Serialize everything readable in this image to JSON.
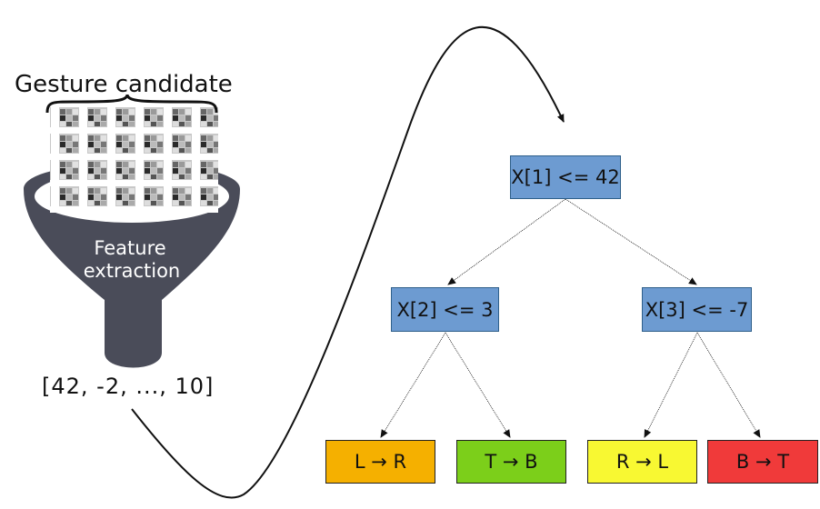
{
  "input": {
    "title": "Gesture candidate",
    "funnel_label_line1": "Feature",
    "funnel_label_line2": "extraction",
    "feature_vector": "[42, -2, ..., 10]"
  },
  "tree": {
    "root": {
      "label": "X[1] <= 42",
      "color": "#6d9bd1"
    },
    "left": {
      "label": "X[2] <= 3",
      "color": "#6d9bd1"
    },
    "right": {
      "label": "X[3] <= -7",
      "color": "#6d9bd1"
    },
    "leaves": [
      {
        "label": "L → R",
        "color": "#f5b000"
      },
      {
        "label": "T → B",
        "color": "#7ccf1a"
      },
      {
        "label": "R → L",
        "color": "#f8f832"
      },
      {
        "label": "B → T",
        "color": "#f03a3a"
      }
    ]
  },
  "colors": {
    "funnel": "#4a4c59",
    "node_border": "#2e5f8a"
  }
}
